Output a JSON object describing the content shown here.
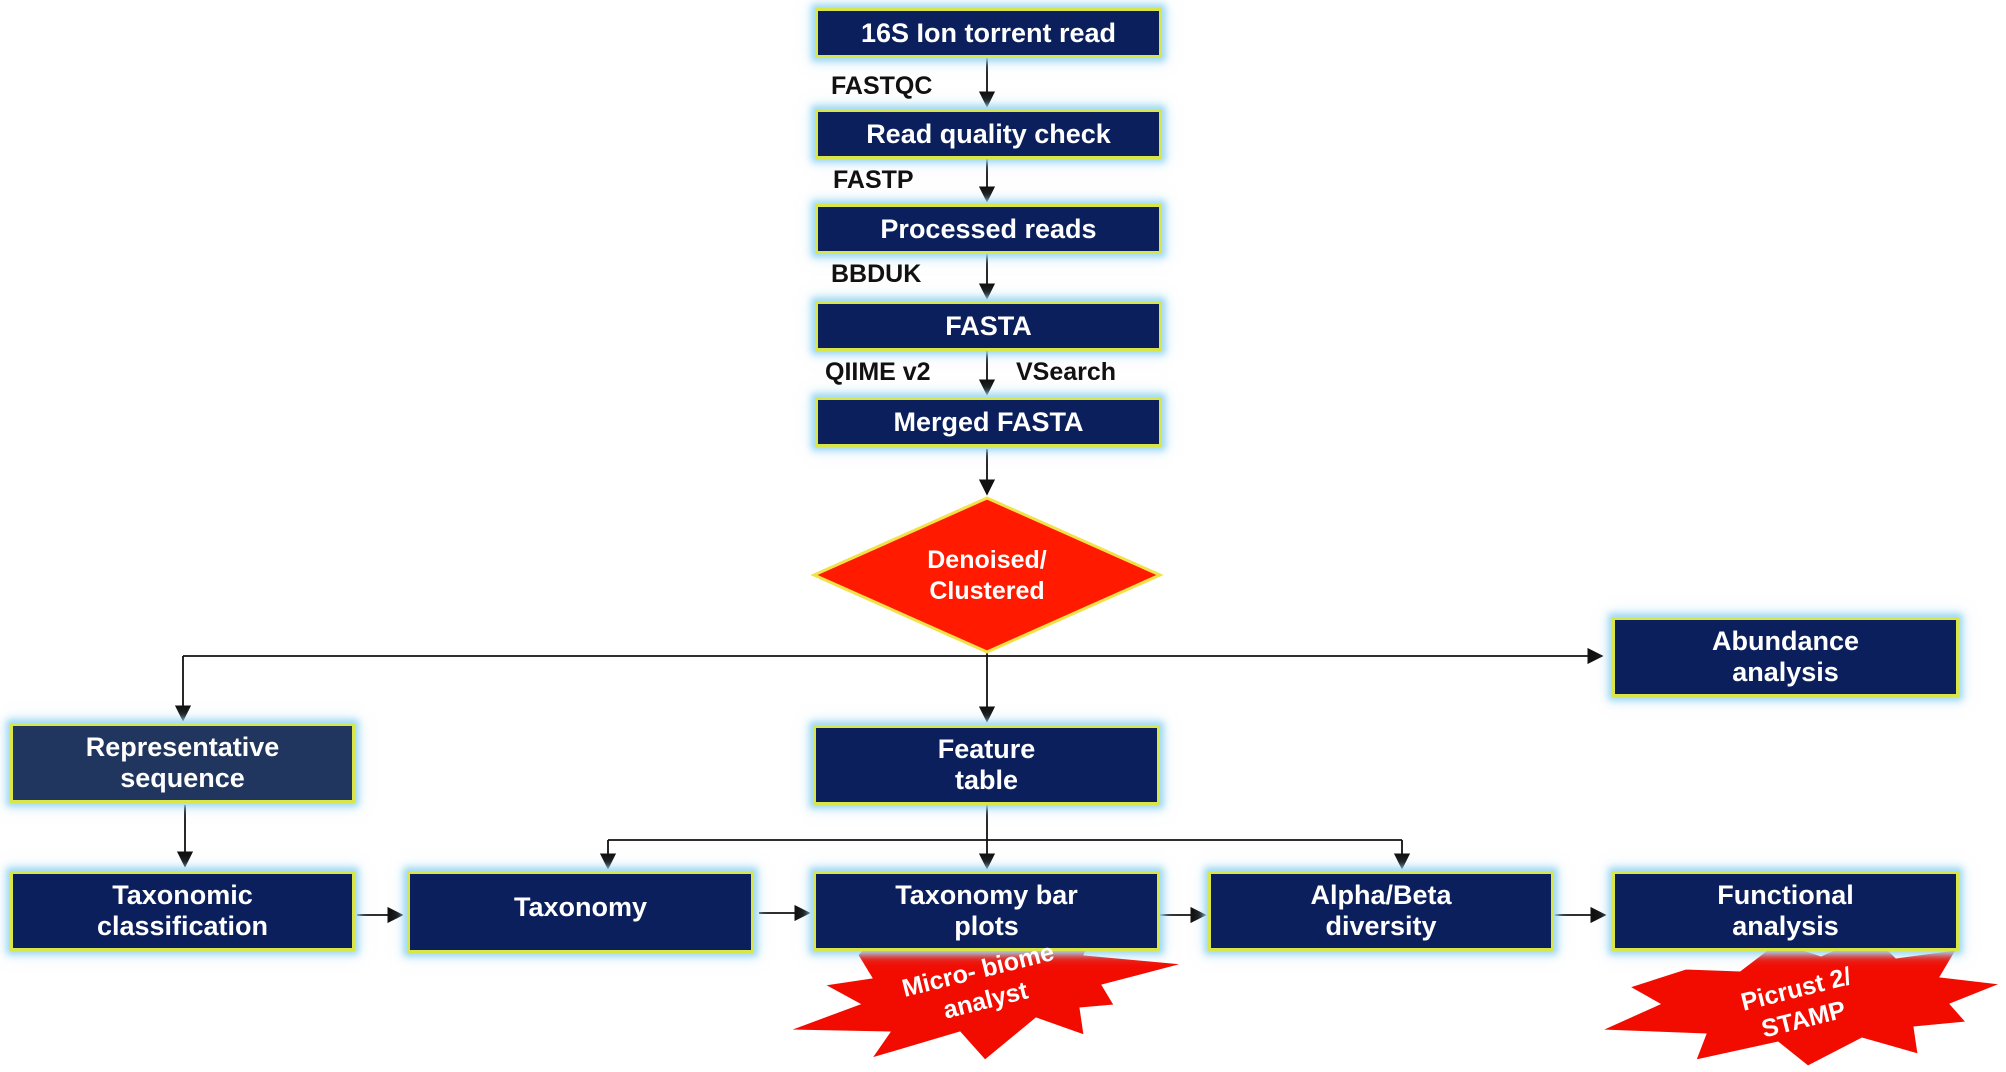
{
  "pipeline": {
    "raw_reads": "16S Ion torrent read",
    "quality_check": "Read quality check",
    "processed_reads": "Processed reads",
    "fasta": "FASTA",
    "merged_fasta": "Merged FASTA"
  },
  "tools": {
    "fastqc": "FASTQC",
    "fastp": "FASTP",
    "bbduk": "BBDUK",
    "qiime": "QIIME v2",
    "vsearch": "VSearch"
  },
  "decision": {
    "line1": "Denoised/",
    "line2": "Clustered"
  },
  "branches": {
    "abundance": {
      "line1": "Abundance",
      "line2": "analysis"
    },
    "representative": {
      "line1": "Representative",
      "line2": "sequence"
    },
    "feature_table": {
      "line1": "Feature",
      "line2": "table"
    }
  },
  "analysis": {
    "taxonomic_classification": {
      "line1": "Taxonomic",
      "line2": "classification"
    },
    "taxonomy": "Taxonomy",
    "taxonomy_bar_plots": {
      "line1": "Taxonomy bar",
      "line2": "plots"
    },
    "alpha_beta": {
      "line1": "Alpha/Beta",
      "line2": "diversity"
    },
    "functional": {
      "line1": "Functional",
      "line2": "analysis"
    }
  },
  "burst_tools": {
    "microbiome": {
      "line1": "Micro- biome",
      "line2": "analyst"
    },
    "picrust": {
      "line1": "Picrust 2/",
      "line2": "STAMP"
    }
  },
  "colors": {
    "box_fill": "#0a1f5c",
    "box_border": "#d9e64a",
    "glow": "#9fd9f2",
    "decision_fill": "#ff1a00",
    "decision_border": "#f2e24a",
    "burst_fill": "#f20c00"
  }
}
